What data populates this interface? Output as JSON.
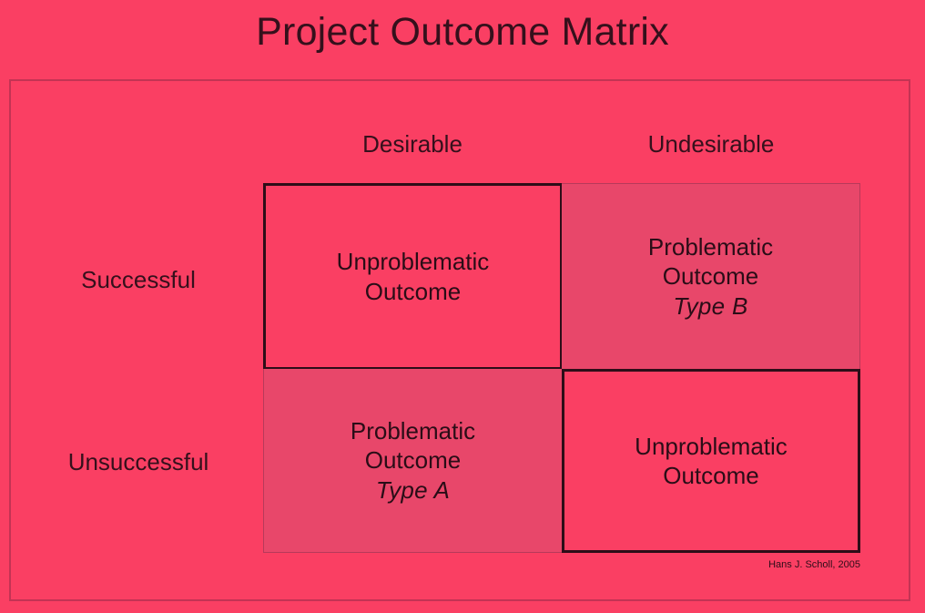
{
  "figure": {
    "title": "Project Outcome Matrix",
    "attribution": "Hans J. Scholl, 2005",
    "colors": {
      "background": "#fa3f63",
      "problematic_cell": "#e8476a",
      "unproblematic_cell": "#fa3f63",
      "text": "#2d0d18",
      "frame_border": "#c33354",
      "heavy_border": "#2d0d18"
    }
  },
  "axes": {
    "columns": [
      {
        "label": "Desirable"
      },
      {
        "label": "Undesirable"
      }
    ],
    "rows": [
      {
        "label": "Successful"
      },
      {
        "label": "Unsuccessful"
      }
    ]
  },
  "chart_data": {
    "type": "table",
    "title": "Project Outcome Matrix",
    "xlabel": "",
    "ylabel": "",
    "categories": [
      "Desirable",
      "Undesirable"
    ],
    "row_categories": [
      "Successful",
      "Unsuccessful"
    ],
    "cells": [
      {
        "row": "Successful",
        "column": "Desirable",
        "position": "top-left",
        "line1": "Unproblematic",
        "line2": "Outcome",
        "type_line": "",
        "kind": "unproblematic"
      },
      {
        "row": "Successful",
        "column": "Undesirable",
        "position": "top-right",
        "line1": "Problematic",
        "line2": "Outcome",
        "type_line": "Type B",
        "kind": "problematic"
      },
      {
        "row": "Unsuccessful",
        "column": "Desirable",
        "position": "bottom-left",
        "line1": "Problematic",
        "line2": "Outcome",
        "type_line": "Type A",
        "kind": "problematic"
      },
      {
        "row": "Unsuccessful",
        "column": "Undesirable",
        "position": "bottom-right",
        "line1": "Unproblematic",
        "line2": "Outcome",
        "type_line": "",
        "kind": "unproblematic"
      }
    ],
    "annotations": [
      "Hans J. Scholl, 2005"
    ]
  }
}
